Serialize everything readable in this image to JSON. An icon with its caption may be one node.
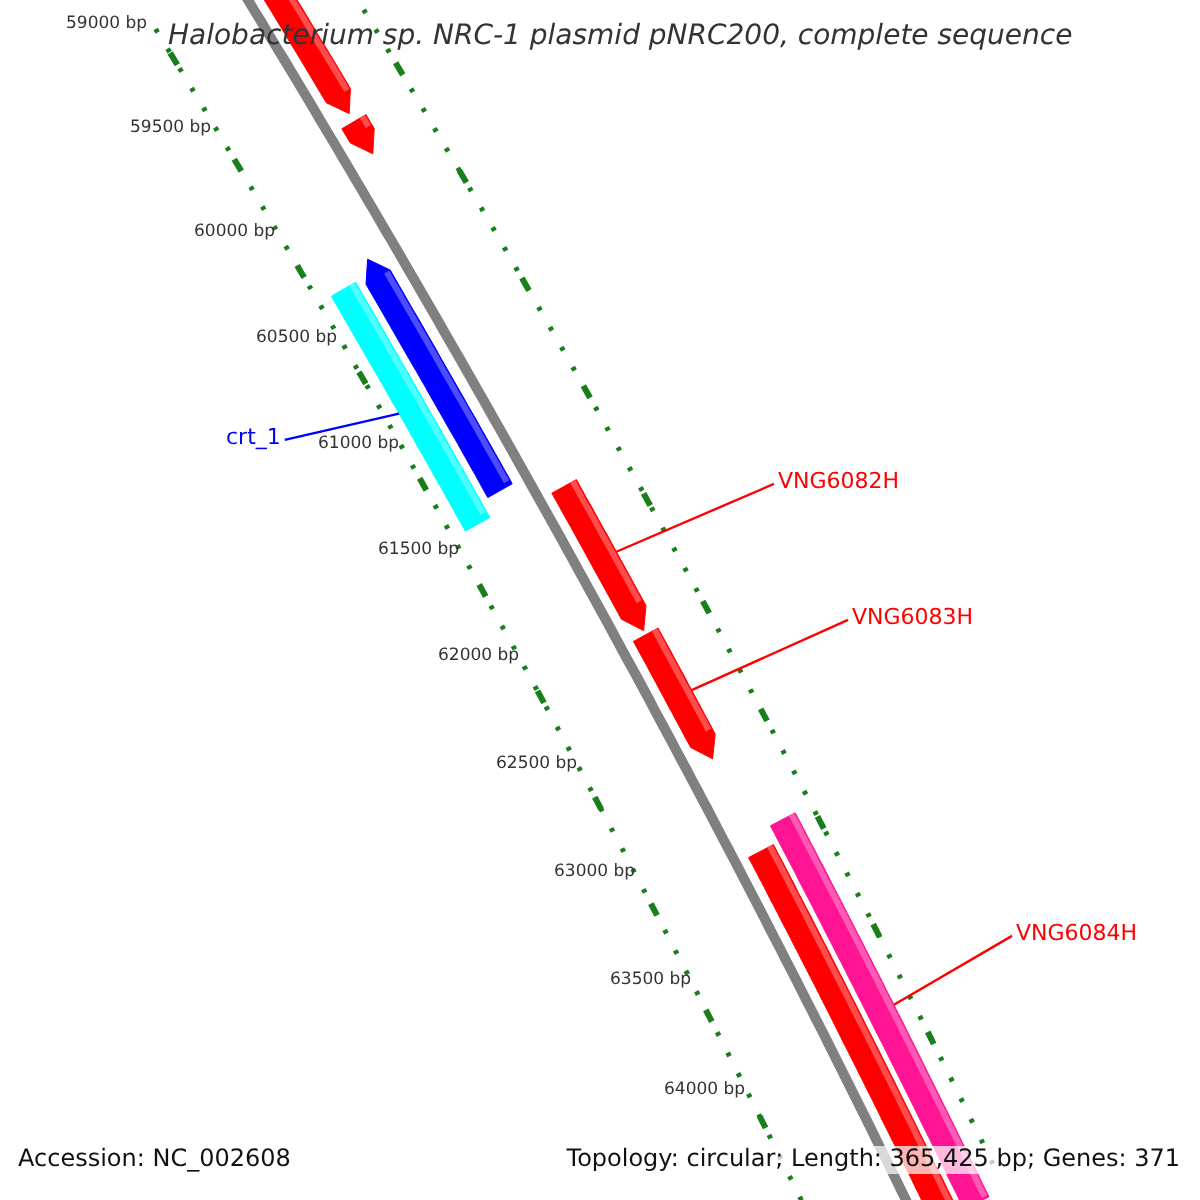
{
  "diagram": {
    "title": "Halobacterium sp. NRC-1 plasmid pNRC200, complete sequence",
    "nodes": [
      {
        "text": [],
        "shape": "bar"
      },
      {
        "text": [],
        "shape": "bar"
      },
      {
        "text": [],
        "shape": "bar"
      },
      {
        "text": [],
        "shape": "bar"
      },
      {
        "text": [
          "crt_1"
        ]
      },
      {
        "text": [],
        "shape": "bar"
      },
      {
        "text": [
          "VNG6082H"
        ]
      },
      {
        "text": [],
        "shape": "bar"
      },
      {
        "text": [
          "VNG6083H"
        ]
      },
      {
        "text": [],
        "shape": "bar"
      },
      {
        "text": [],
        "shape": "bar"
      },
      {
        "text": [
          "VNG6084H"
        ]
      }
    ],
    "edges": [
      {
        "from": 4,
        "to": 3,
        "arrow": "none",
        "color": "#0000ff"
      },
      {
        "from": 6,
        "to": 5,
        "arrow": "none"
      },
      {
        "from": 8,
        "to": 7,
        "arrow": "none"
      },
      {
        "from": 11,
        "to": 10,
        "arrow": "none"
      }
    ],
    "labels": [
      "59000 bp",
      "59500 bp",
      "60000 bp",
      "60500 bp",
      "61000 bp",
      "61500 bp",
      "62000 bp",
      "62500 bp",
      "63000 bp",
      "63500 bp",
      "64000 bp",
      "Accession: NC_002608",
      "Topology: circular; Length: 365,425 bp; Genes: 371"
    ]
  }
}
